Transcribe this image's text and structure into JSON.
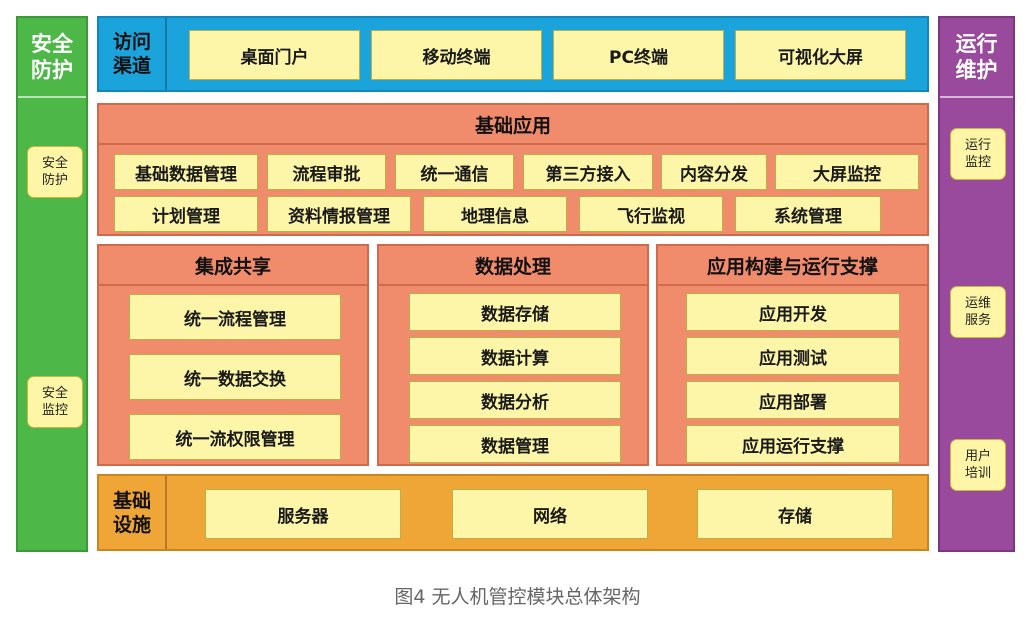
{
  "left_column": {
    "title": "安全\n防护",
    "items": [
      "安全\n防护",
      "安全\n监控"
    ]
  },
  "right_column": {
    "title": "运行\n维护",
    "items": [
      "运行\n监控",
      "运维\n服务",
      "用户\n培训"
    ]
  },
  "access": {
    "label": "访问\n渠道",
    "items": [
      "桌面门户",
      "移动终端",
      "PC终端",
      "可视化大屏"
    ]
  },
  "basic_apps": {
    "title": "基础应用",
    "row1": [
      "基础数据管理",
      "流程审批",
      "统一通信",
      "第三方接入",
      "内容分发",
      "大屏监控"
    ],
    "row2": [
      "计划管理",
      "资料情报管理",
      "地理信息",
      "飞行监视",
      "系统管理"
    ]
  },
  "integration": {
    "title": "集成共享",
    "items": [
      "统一流程管理",
      "统一数据交换",
      "统一流权限管理"
    ]
  },
  "data_processing": {
    "title": "数据处理",
    "items": [
      "数据存储",
      "数据计算",
      "数据分析",
      "数据管理"
    ]
  },
  "app_support": {
    "title": "应用构建与运行支撑",
    "items": [
      "应用开发",
      "应用测试",
      "应用部署",
      "应用运行支撑"
    ]
  },
  "infrastructure": {
    "label": "基础\n设施",
    "items": [
      "服务器",
      "网络",
      "存储"
    ]
  },
  "caption": "图4  无人机管控模块总体架构",
  "colors": {
    "green": "#4db848",
    "purple": "#9a4a9c",
    "blue": "#1ba3dc",
    "salmon": "#f08c6c",
    "orange": "#f0a637",
    "yellow": "#fdf6a8"
  }
}
